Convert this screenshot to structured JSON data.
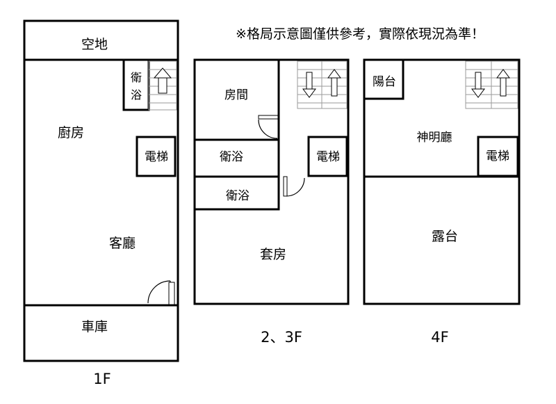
{
  "notice": "※格局示意圖僅供參考，實際依現況為準！",
  "floor1": {
    "caption": "1F",
    "rooms": {
      "open_space": "空地",
      "bathroom": "衛浴",
      "kitchen": "廚房",
      "elevator": "電梯",
      "living_room": "客廳",
      "garage": "車庫"
    }
  },
  "floor23": {
    "caption": "2、3F",
    "rooms": {
      "bedroom": "房間",
      "bathroom_1": "衛浴",
      "bathroom_2": "衛浴",
      "elevator": "電梯",
      "suite": "套房"
    }
  },
  "floor4": {
    "caption": "4F",
    "rooms": {
      "balcony": "陽台",
      "shrine_hall": "神明廳",
      "elevator": "電梯",
      "terrace": "露台"
    }
  }
}
